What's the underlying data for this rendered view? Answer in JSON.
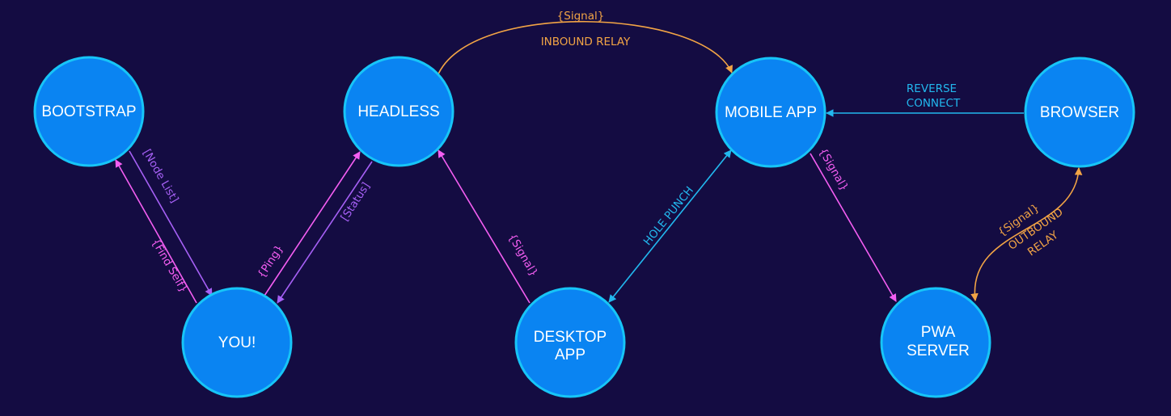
{
  "colors": {
    "background": "#140c42",
    "node_fill": "#0a84f2",
    "node_stroke": "#17c5f7",
    "pink": "#f45ef2",
    "purple": "#a660f5",
    "cyan": "#22b8ee",
    "orange": "#f2a445"
  },
  "nodes": {
    "bootstrap": "BOOTSTRAP",
    "headless": "HEADLESS",
    "mobile_app": "MOBILE APP",
    "browser": "BROWSER",
    "you": "YOU!",
    "desktop_app_line1": "DESKTOP",
    "desktop_app_line2": "APP",
    "pwa_server_line1": "PWA",
    "pwa_server_line2": "SERVER"
  },
  "edges": {
    "node_list": "[Node List]",
    "find_self": "{Find Self}",
    "ping": "{Ping}",
    "status": "[Status]",
    "signal_desktop_headless": "{Signal}",
    "hole_punch": "HOLE PUNCH",
    "inbound_relay_signal": "{Signal}",
    "inbound_relay": "INBOUND RELAY",
    "reverse_connect_line1": "REVERSE",
    "reverse_connect_line2": "CONNECT",
    "signal_mobile_pwa": "{Signal}",
    "outbound_signal": "{Signal}",
    "outbound_relay_line1": "OUTBOUND",
    "outbound_relay_line2": "RELAY"
  }
}
